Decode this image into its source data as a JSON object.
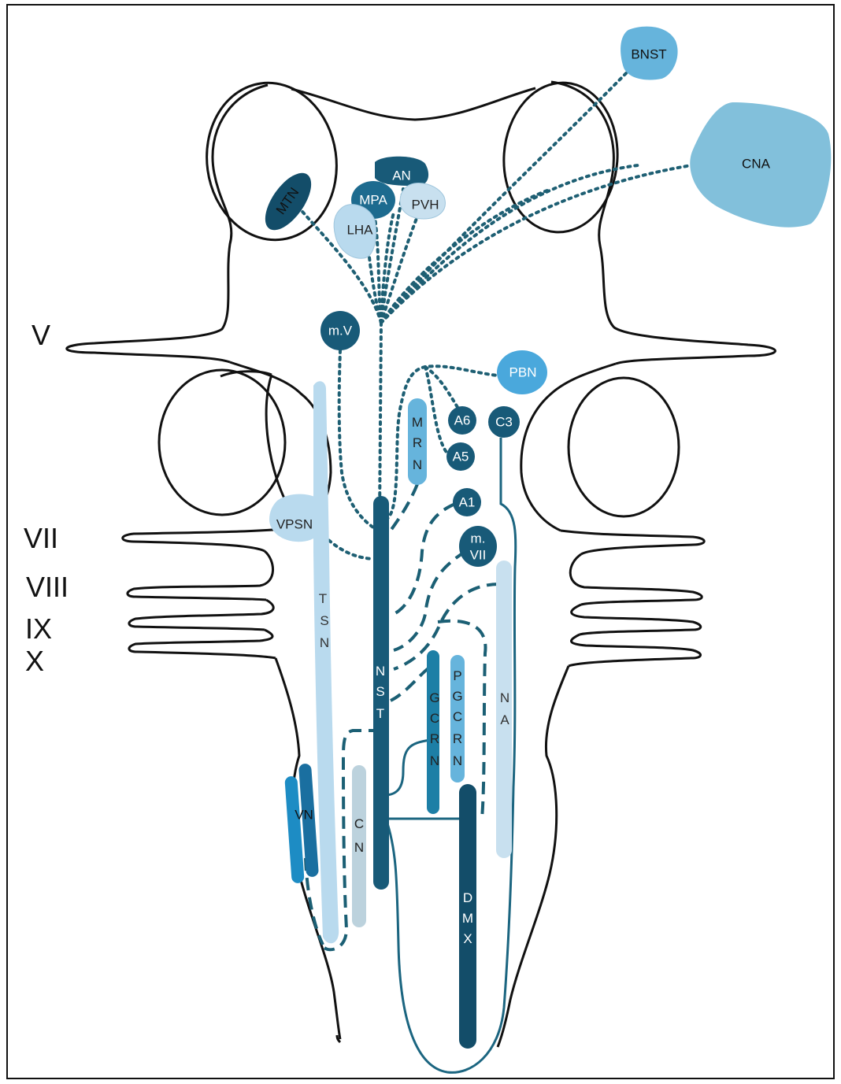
{
  "nerves": [
    "V",
    "VII",
    "VIII",
    "IX",
    "X"
  ],
  "regions": {
    "bnst": "BNST",
    "cna": "CNA",
    "an": "AN",
    "mtn": "MTN",
    "mpa": "MPA",
    "pvh": "PVH",
    "lha": "LHA",
    "mv": "m.V",
    "pbn": "PBN",
    "a6": "A6",
    "c3": "C3",
    "a5": "A5",
    "a1": "A1",
    "mvii_top": "m.",
    "mvii_bottom": "VII",
    "vpsn": "VPSN",
    "vn": "VN"
  },
  "vertical_labels": {
    "mrn": [
      "M",
      "R",
      "N"
    ],
    "tsn": [
      "T",
      "S",
      "N"
    ],
    "nst": [
      "N",
      "S",
      "T"
    ],
    "gcrn": [
      "G",
      "C",
      "R",
      "N"
    ],
    "pgcrn": [
      "P",
      "G",
      "C",
      "R",
      "N"
    ],
    "na": [
      "N",
      "A"
    ],
    "cn": [
      "C",
      "N"
    ],
    "dmx": [
      "D",
      "M",
      "X"
    ]
  },
  "colors": {
    "dark": "#185a78",
    "darker": "#134d69",
    "mid": "#1d7fa6",
    "light_blue": "#66b4dc",
    "pale": "#b9daee",
    "pale2": "#c8e0ef",
    "bright": "#4aa8dc",
    "cn_gray": "#bcd2dd",
    "line": "#1b5f74"
  }
}
